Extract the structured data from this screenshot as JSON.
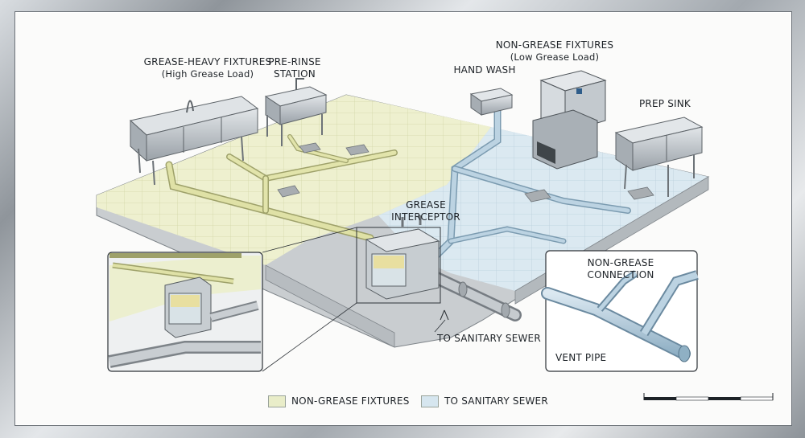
{
  "labels": {
    "grease_heavy_title": "GREASE-HEAVY FIXTURES",
    "grease_heavy_sub": "(High Grease Load)",
    "pre_rinse_1": "PRE-RINSE",
    "pre_rinse_2": "STATION",
    "hand_wash": "HAND WASH",
    "non_grease_title": "NON-GREASE FIXTURES",
    "non_grease_sub": "(Low Grease Load)",
    "prep_sink": "PREP SINK",
    "interceptor_1": "GREASE",
    "interceptor_2": "INTERCEPTOR",
    "to_sewer": "TO SANITARY SEWER",
    "inset_conn_1": "NON-GREASE",
    "inset_conn_2": "CONNECTION",
    "vent_pipe": "VENT PIPE"
  },
  "legend": [
    {
      "label": "NON-GREASE FIXTURES",
      "color": "#e9edc9"
    },
    {
      "label": "TO SANITARY SEWER",
      "color": "#d6e6ef"
    }
  ],
  "colors": {
    "grease_zone": "#eef0cf",
    "sewer_zone": "#dbe9f1",
    "grease_pipe": "#d9dc9a",
    "sewer_pipe": "#a9c3d4",
    "steel": "#b8bec4"
  }
}
